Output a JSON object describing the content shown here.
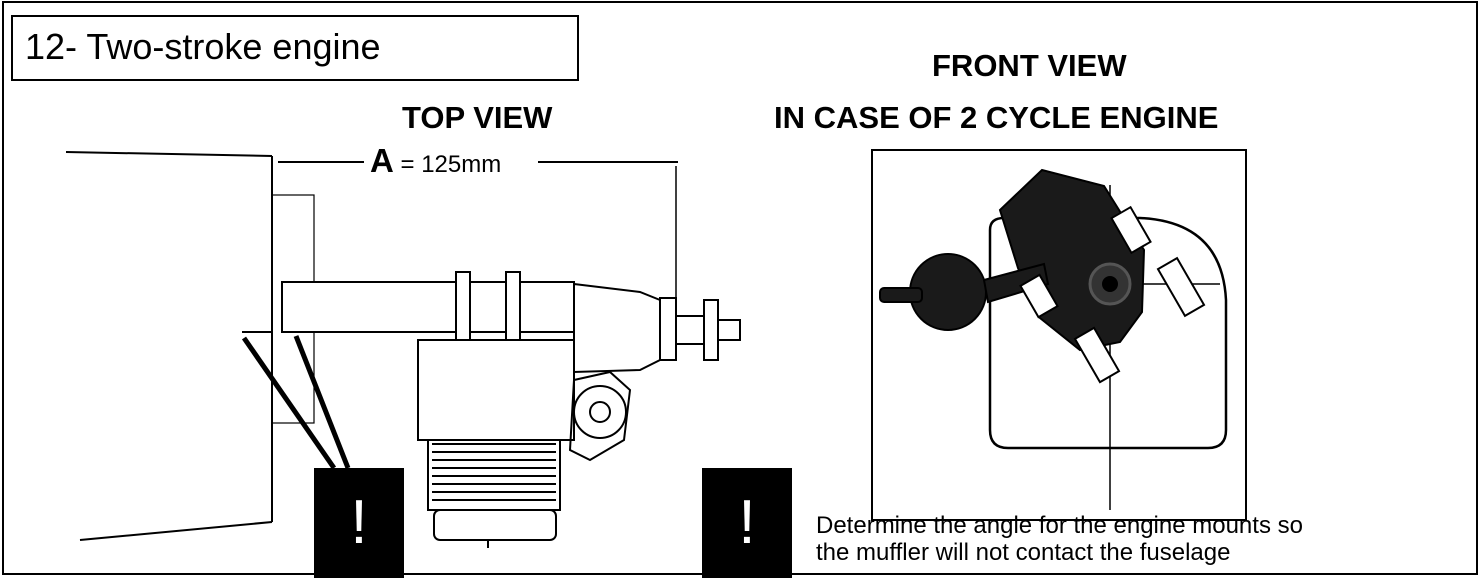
{
  "title": "12- Two-stroke engine",
  "top_view": {
    "heading": "TOP VIEW",
    "dimension_letter": "A",
    "dimension_value": "= 125mm"
  },
  "front_view": {
    "heading_line1": "FRONT VIEW",
    "heading_line2": "IN CASE OF 2 CYCLE ENGINE"
  },
  "warning_symbol": "!",
  "note": {
    "line1": "Determine the angle for the engine mounts so",
    "line2": "the muffler will not contact the fuselage"
  }
}
